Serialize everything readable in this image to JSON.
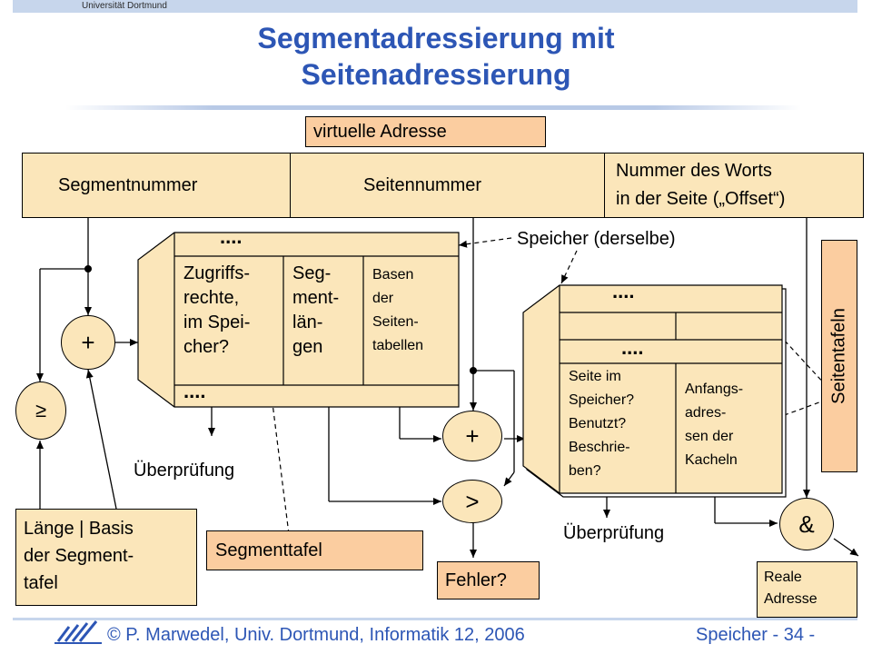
{
  "header": {
    "university": "Universität Dortmund",
    "title_line1": "Segmentadressierung mit",
    "title_line2": "Seitenadressierung"
  },
  "virtual_address": {
    "label": "virtuelle Adresse",
    "fields": [
      "Segmentnummer",
      "Seitennummer",
      "Nummer des Worts",
      "in der Seite („Offset“)"
    ]
  },
  "segment_table": {
    "dots_top": "....",
    "col1": [
      "Zugriffs-",
      "rechte,",
      "im Spei-",
      "cher?"
    ],
    "col2": [
      "Seg-",
      "ment-",
      "län-",
      "gen"
    ],
    "col3": [
      "Basen",
      "der",
      "Seiten-",
      "tabellen"
    ],
    "dots_bottom": "....",
    "label": "Segmenttafel"
  },
  "page_table": {
    "dots_top": "....",
    "dots_mid": "....",
    "col1": [
      "Seite im",
      "Speicher?",
      "Benutzt?",
      "Beschrie-",
      "ben?"
    ],
    "col2": [
      "Anfangs-",
      "adres-",
      "sen der",
      "Kacheln"
    ],
    "label": "Seitentafeln"
  },
  "annotations": {
    "memory_same": "Speicher (derselbe)",
    "check_left": "Überprüfung",
    "check_right": "Überprüfung",
    "error": "Fehler?",
    "real_address": [
      "Reale",
      "Adresse"
    ],
    "length_base": [
      "Länge | Basis",
      "der Segment-",
      "tafel"
    ]
  },
  "operators": {
    "plus_left": "+",
    "geq": "≥",
    "plus_mid": "+",
    "greater": ">",
    "and": "&"
  },
  "footer": {
    "author": "© P. Marwedel, Univ. Dortmund, Informatik 12, 2006",
    "page": "Speicher -  34 -"
  }
}
